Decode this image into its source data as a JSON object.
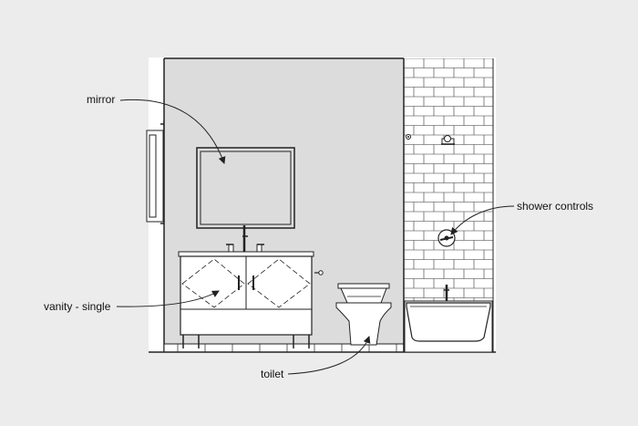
{
  "colors": {
    "background": "#ececec",
    "wall": "#dcdcdc",
    "tile": "#ffffff",
    "line": "#222222"
  },
  "labels": {
    "mirror": "mirror",
    "vanity": "vanity - single",
    "toilet": "toilet",
    "shower": "shower controls"
  },
  "icons": [
    "arrow-pointer-icon"
  ]
}
